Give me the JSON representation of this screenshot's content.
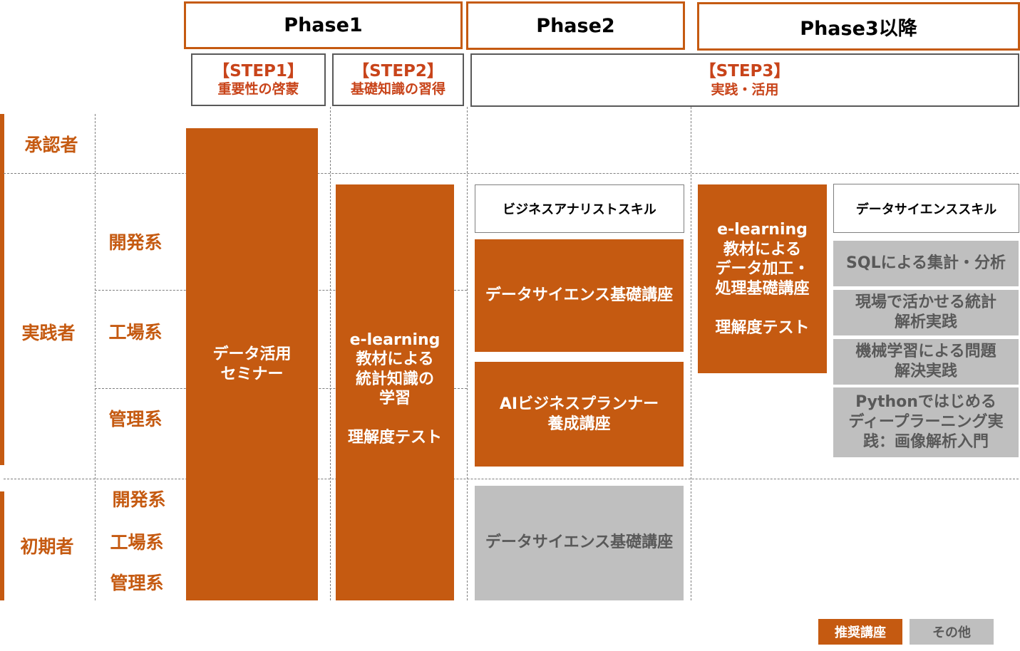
{
  "phases": [
    "Phase1",
    "Phase2",
    "Phase3以降"
  ],
  "steps": [
    {
      "label": "【STEP1】",
      "sub": "重要性の啓蒙"
    },
    {
      "label": "【STEP2】",
      "sub": "基礎知識の習得"
    },
    {
      "label": "【STEP3】",
      "sub": "実践・活用"
    }
  ],
  "roles": {
    "approver": "承認者",
    "practitioner": "実践者",
    "beginner": "初期者"
  },
  "departments": {
    "dev": "開発系",
    "factory": "工場系",
    "mgmt": "管理系"
  },
  "courses": {
    "seminar": "データ活用\nセミナー",
    "elearning_stats": "e-learning\n教材による\n統計知識の\n学習\n\n理解度テスト",
    "business_analyst_skill": "ビジネスアナリストスキル",
    "ds_basic": "データサイエンス基礎講座",
    "ai_planner": "AIビジネスプランナー\n養成講座",
    "ds_basic_other": "データサイエンス基礎講座",
    "elearning_data": "e-learning\n教材による\nデータ加工・\n処理基礎講座\n\n理解度テスト",
    "ds_skill": "データサイエンススキル",
    "sql": "SQLによる集計・分析",
    "stats_practice": "現場で活かせる統計\n解析実践",
    "ml_practice": "機械学習による問題\n解決実践",
    "python_dl": "Pythonではじめる\nディープラーニング実\n践：画像解析入門"
  },
  "legend": {
    "recommended": "推奨講座",
    "other": "その他"
  },
  "colors": {
    "accent": "#C55A11",
    "other": "#BFBFBF",
    "step_text": "#C8441A"
  }
}
